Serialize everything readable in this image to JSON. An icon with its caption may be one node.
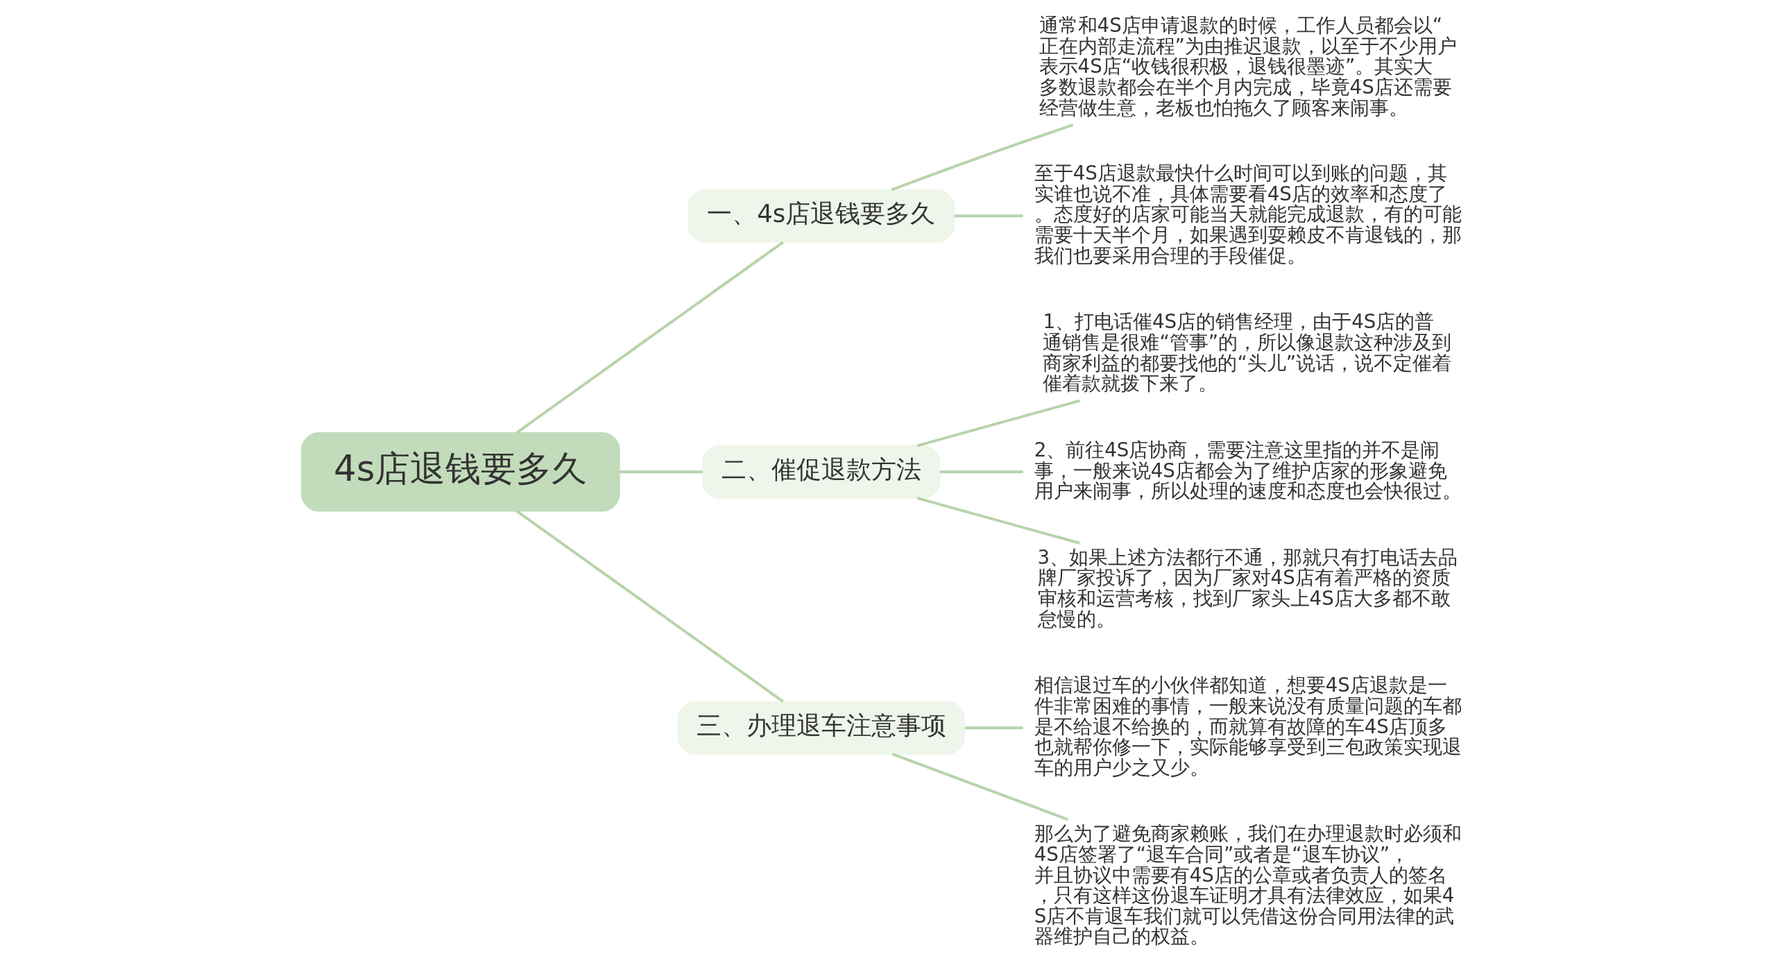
{
  "diagram": {
    "nodes": [
      {
        "text": [
          "4s店退钱要多久"
        ]
      },
      {
        "text": [
          "一、4s店退钱要多久"
        ]
      },
      {
        "text": [
          "通常和4S店申请退款的时候，工作人员都会以“正在内部走流程”为由推迟退款，以至于不少用户表示4S店“收钱很积极，退钱很墨迹”。其实大多数退款都会在半个月内完成，毕竟4S店还需要经营做生意，老板也怕拖久了顾客来闹事。"
        ]
      },
      {
        "text": [
          "至于4S店退款最快什么时间可以到账的问题，其实谁也说不准，具体需要看4S店的效率和态度了。态度好的店家可能当天就能完成退款，有的可能需要十天半个月，如果遇到耍赖皮不肯退钱的，那我们也要采用合理的手段催促。"
        ]
      },
      {
        "text": [
          "二、催促退款方法"
        ]
      },
      {
        "text": [
          "1、打电话催4S店的销售经理，由于4S店的普通销售是很难“管事”的，所以像退款这种涉及到商家利益的都要找他的“头儿”说话，说不定催着催着款就拨下来了。"
        ]
      },
      {
        "text": [
          "2、前往4S店协商，需要注意这里指的并不是闹事，一般来说4S店都会为了维护店家的形象避免用户来闹事，所以处理的速度和态度也会快很过。"
        ]
      },
      {
        "text": [
          "3、如果上述方法都行不通，那就只有打电话去品牌厂家投诉了，因为厂家对4S店有着严格的资质审核和运营考核，找到厂家头上4S店大多都不敢怠慢的。"
        ]
      },
      {
        "text": [
          "三、办理退车注意事项"
        ]
      },
      {
        "text": [
          "相信退过车的小伙伴都知道，想要4S店退款是一件非常困难的事情，一般来说没有质量问题的车都是不给退不给换的，而就算有故障的车4S店顶多也就帮你修一下，实际能够享受到三包政策实现退车的用户少之又少。"
        ]
      },
      {
        "text": [
          "那么为了避免商家赖账，我们在办理退款时必须和4S店签署了“退车合同”或者是“退车协议”，并且协议中需要有4S店的公章或者负责人的签名，只有这样这份退车证明才具有法律效应，如果4S店不肯退车我们就可以凭借这份合同用法律的武器维护自己的权益。"
        ]
      }
    ],
    "edges": [
      {
        "from": 0,
        "to": 1,
        "arrow": "none"
      },
      {
        "from": 1,
        "to": 2,
        "arrow": "none"
      },
      {
        "from": 1,
        "to": 3,
        "arrow": "none"
      },
      {
        "from": 0,
        "to": 4,
        "arrow": "none"
      },
      {
        "from": 4,
        "to": 5,
        "arrow": "none"
      },
      {
        "from": 4,
        "to": 6,
        "arrow": "none"
      },
      {
        "from": 4,
        "to": 7,
        "arrow": "none"
      },
      {
        "from": 0,
        "to": 8,
        "arrow": "none"
      },
      {
        "from": 8,
        "to": 9,
        "arrow": "none"
      },
      {
        "from": 8,
        "to": 10,
        "arrow": "none"
      }
    ]
  }
}
